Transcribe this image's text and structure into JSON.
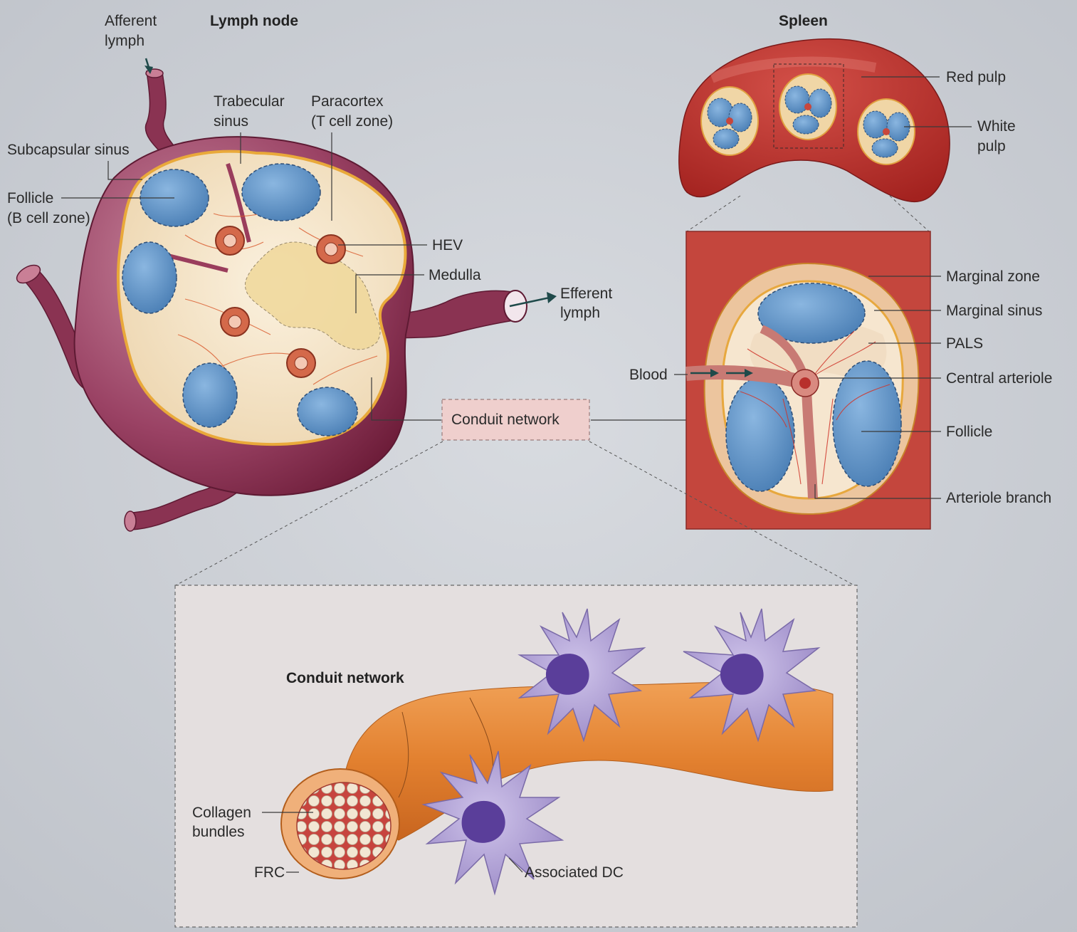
{
  "lymph_node": {
    "title": "Lymph node",
    "labels": {
      "afferent_1": "Afferent",
      "afferent_2": "lymph",
      "trabecular_1": "Trabecular",
      "trabecular_2": "sinus",
      "paracortex_1": "Paracortex",
      "paracortex_2": "(T cell zone)",
      "subcapsular": "Subcapsular sinus",
      "follicle_1": "Follicle",
      "follicle_2": "(B cell zone)",
      "hev": "HEV",
      "medulla": "Medulla",
      "efferent_1": "Efferent",
      "efferent_2": "lymph"
    }
  },
  "conduit_label": "Conduit network",
  "spleen": {
    "title": "Spleen",
    "labels": {
      "red_pulp": "Red pulp",
      "white_1": "White",
      "white_2": "pulp",
      "marginal_zone": "Marginal zone",
      "marginal_sinus": "Marginal sinus",
      "pals": "PALS",
      "central_arteriole": "Central arteriole",
      "follicle": "Follicle",
      "arteriole_branch": "Arteriole branch",
      "blood": "Blood"
    }
  },
  "conduit_detail": {
    "title": "Conduit network",
    "labels": {
      "collagen_1": "Collagen",
      "collagen_2": "bundles",
      "frc": "FRC",
      "associated_dc": "Associated DC"
    }
  },
  "colors": {
    "node_tissue": "#7a1f3d",
    "follicle_blue": "#5b8fc4",
    "cortex_cream": "#f3dfc0",
    "conduit_orange": "#e98a3c",
    "dc_purple": "#a99ad0",
    "spleen_red": "#b8302c"
  }
}
